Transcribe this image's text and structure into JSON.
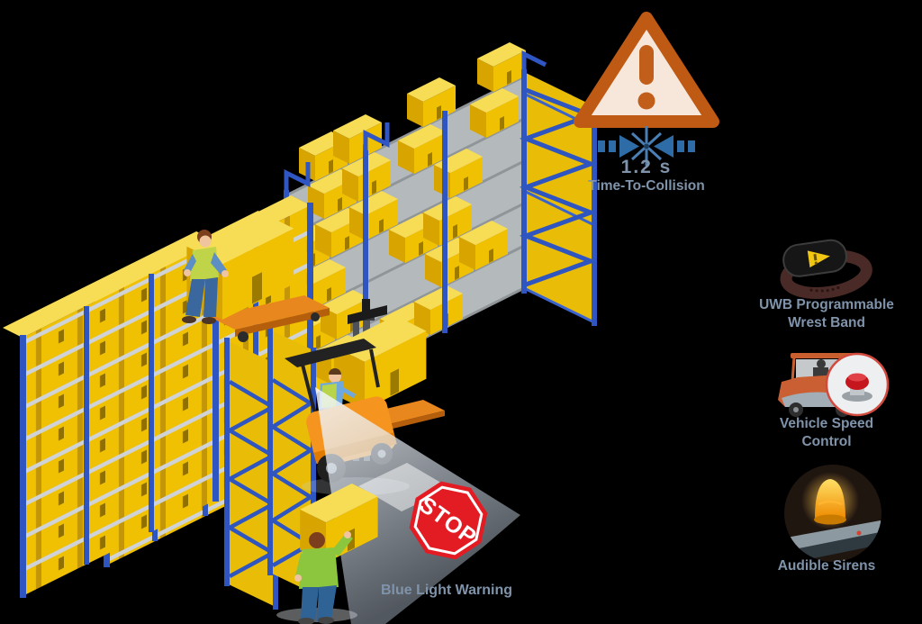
{
  "ttc": {
    "value": "1.2 s",
    "label": "Time-To-Collision"
  },
  "stop_sign": {
    "text": "STOP"
  },
  "blue_light": {
    "label": "Blue Light Warning"
  },
  "legend": {
    "items": [
      {
        "icon": "uwb-wristband-icon",
        "line1": "UWB Programmable",
        "line2": "Wrest Band"
      },
      {
        "icon": "vehicle-speed-control-icon",
        "line1": "Vehicle Speed",
        "line2": "Control"
      },
      {
        "icon": "audible-sirens-icon",
        "line1": "Audible Sirens",
        "line2": ""
      }
    ]
  },
  "colors": {
    "background": "#000000",
    "label_text": "#7F93AA",
    "warning_triangle_border": "#BF5A15",
    "warning_triangle_fill": "#F7E7DB",
    "warning_glyph": "#C05E1A",
    "collision_arrows": "#2E6CA8",
    "stop_sign_red": "#E31B23",
    "box_yellow": "#F0C103",
    "rack_blue": "#2F55C0",
    "shelf_gray": "#B4B9BC",
    "forklift_orange": "#F5941F",
    "beam_light": "#DCE7F2"
  }
}
